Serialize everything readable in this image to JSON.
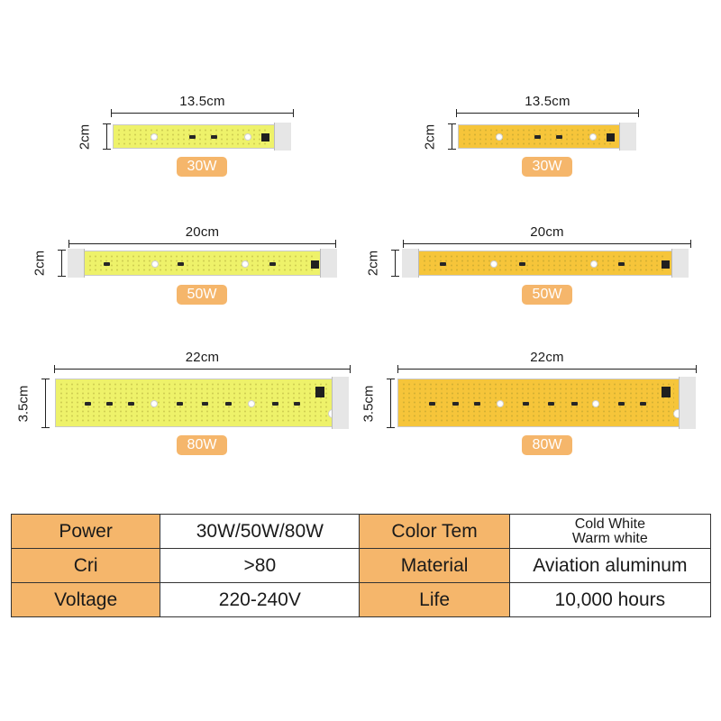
{
  "products": [
    {
      "length": "13.5cm",
      "width": "2cm",
      "power": "30W",
      "variant": "Cold White"
    },
    {
      "length": "13.5cm",
      "width": "2cm",
      "power": "30W",
      "variant": "Warm white"
    },
    {
      "length": "20cm",
      "width": "2cm",
      "power": "50W",
      "variant": "Cold White"
    },
    {
      "length": "20cm",
      "width": "2cm",
      "power": "50W",
      "variant": "Warm white"
    },
    {
      "length": "22cm",
      "width": "3.5cm",
      "power": "80W",
      "variant": "Cold White"
    },
    {
      "length": "22cm",
      "width": "3.5cm",
      "power": "80W",
      "variant": "Warm white"
    }
  ],
  "colors": {
    "cold_board": "#eef26a",
    "warm_board": "#f6c53a",
    "accent": "#f5b66b"
  },
  "specs": {
    "power_label": "Power",
    "power_value": "30W/50W/80W",
    "color_tem_label": "Color Tem",
    "color_tem_value_1": "Cold White",
    "color_tem_value_2": "Warm white",
    "cri_label": "Cri",
    "cri_value": ">80",
    "material_label": "Material",
    "material_value": "Aviation aluminum",
    "voltage_label": "Voltage",
    "voltage_value": "220-240V",
    "life_label": "Life",
    "life_value": "10,000 hours"
  }
}
